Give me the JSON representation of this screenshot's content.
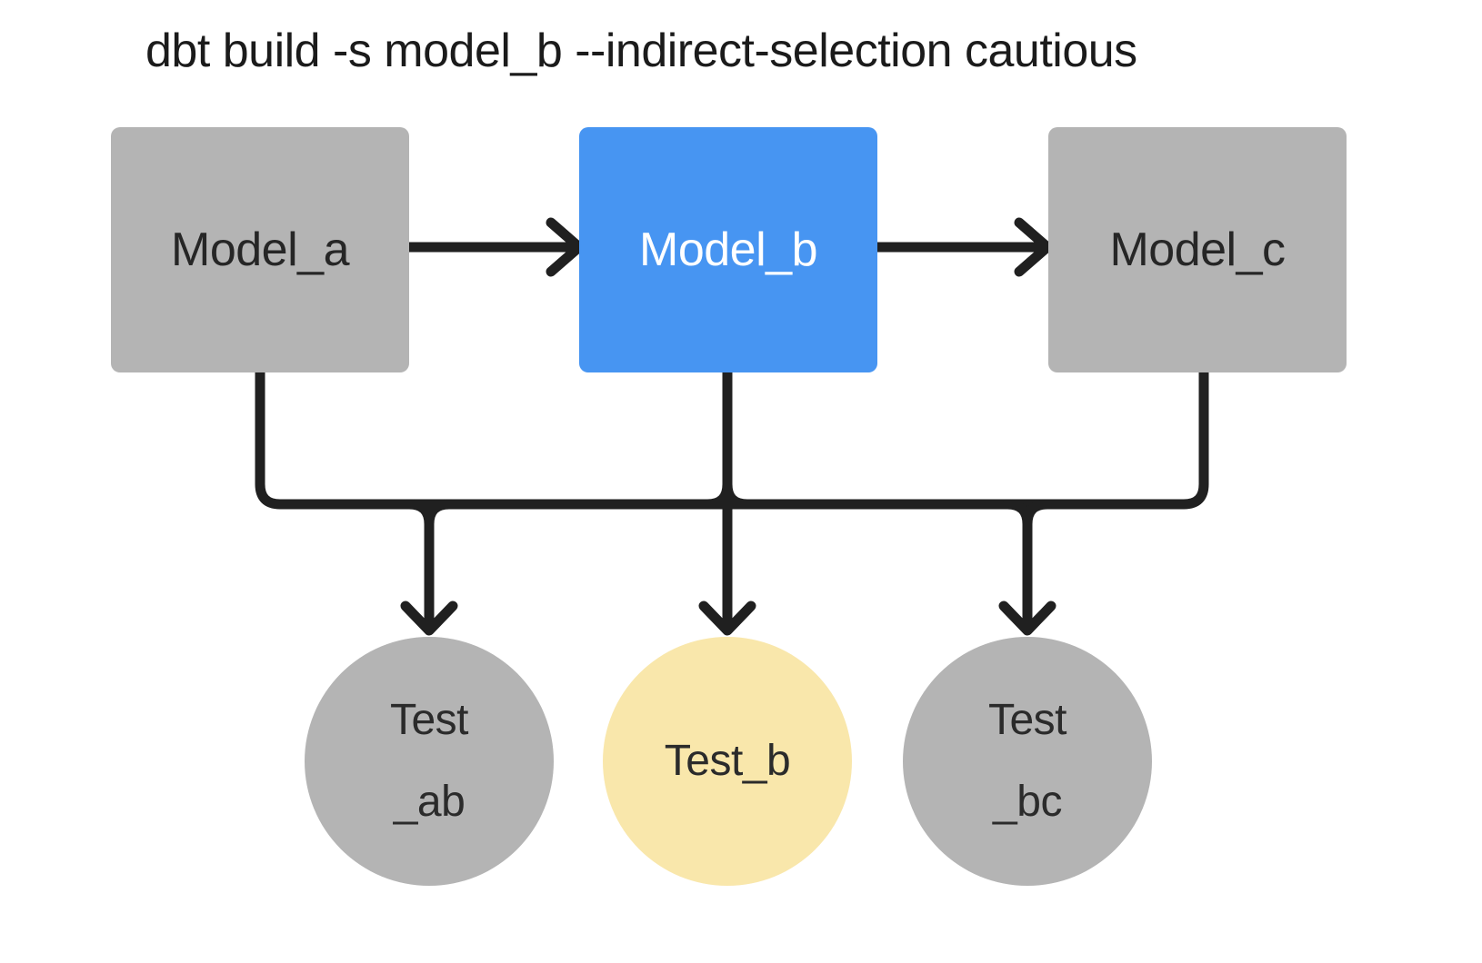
{
  "title": "dbt build -s model_b --indirect-selection cautious",
  "colors": {
    "background": "#ffffff",
    "line": "#202020",
    "selected_model": "#4795f2",
    "unselected_node": "#b4b4b4",
    "indirect_test": "#f9e7ab"
  },
  "nodes": {
    "model_a": {
      "label": "Model_a",
      "shape": "rectangle",
      "fill": "#b4b4b4",
      "text_color": "#262626"
    },
    "model_b": {
      "label": "Model_b",
      "shape": "rectangle",
      "fill": "#4795f2",
      "text_color": "#ffffff"
    },
    "model_c": {
      "label": "Model_c",
      "shape": "rectangle",
      "fill": "#b4b4b4",
      "text_color": "#262626"
    },
    "test_ab": {
      "lines": [
        "Test",
        "_ab"
      ],
      "shape": "circle",
      "fill": "#b4b4b4",
      "text_color": "#2b2b2b"
    },
    "test_b": {
      "lines": [
        "Test_b"
      ],
      "shape": "circle",
      "fill": "#f9e7ab",
      "text_color": "#2b2b2b"
    },
    "test_bc": {
      "lines": [
        "Test",
        "_bc"
      ],
      "shape": "circle",
      "fill": "#b4b4b4",
      "text_color": "#2b2b2b"
    }
  },
  "edges": [
    {
      "from": "model_a",
      "to": "model_b"
    },
    {
      "from": "model_b",
      "to": "model_c"
    },
    {
      "from": "model_a",
      "to": "test_ab"
    },
    {
      "from": "model_b",
      "to": "test_ab"
    },
    {
      "from": "model_b",
      "to": "test_b"
    },
    {
      "from": "model_b",
      "to": "test_bc"
    },
    {
      "from": "model_c",
      "to": "test_bc"
    }
  ]
}
